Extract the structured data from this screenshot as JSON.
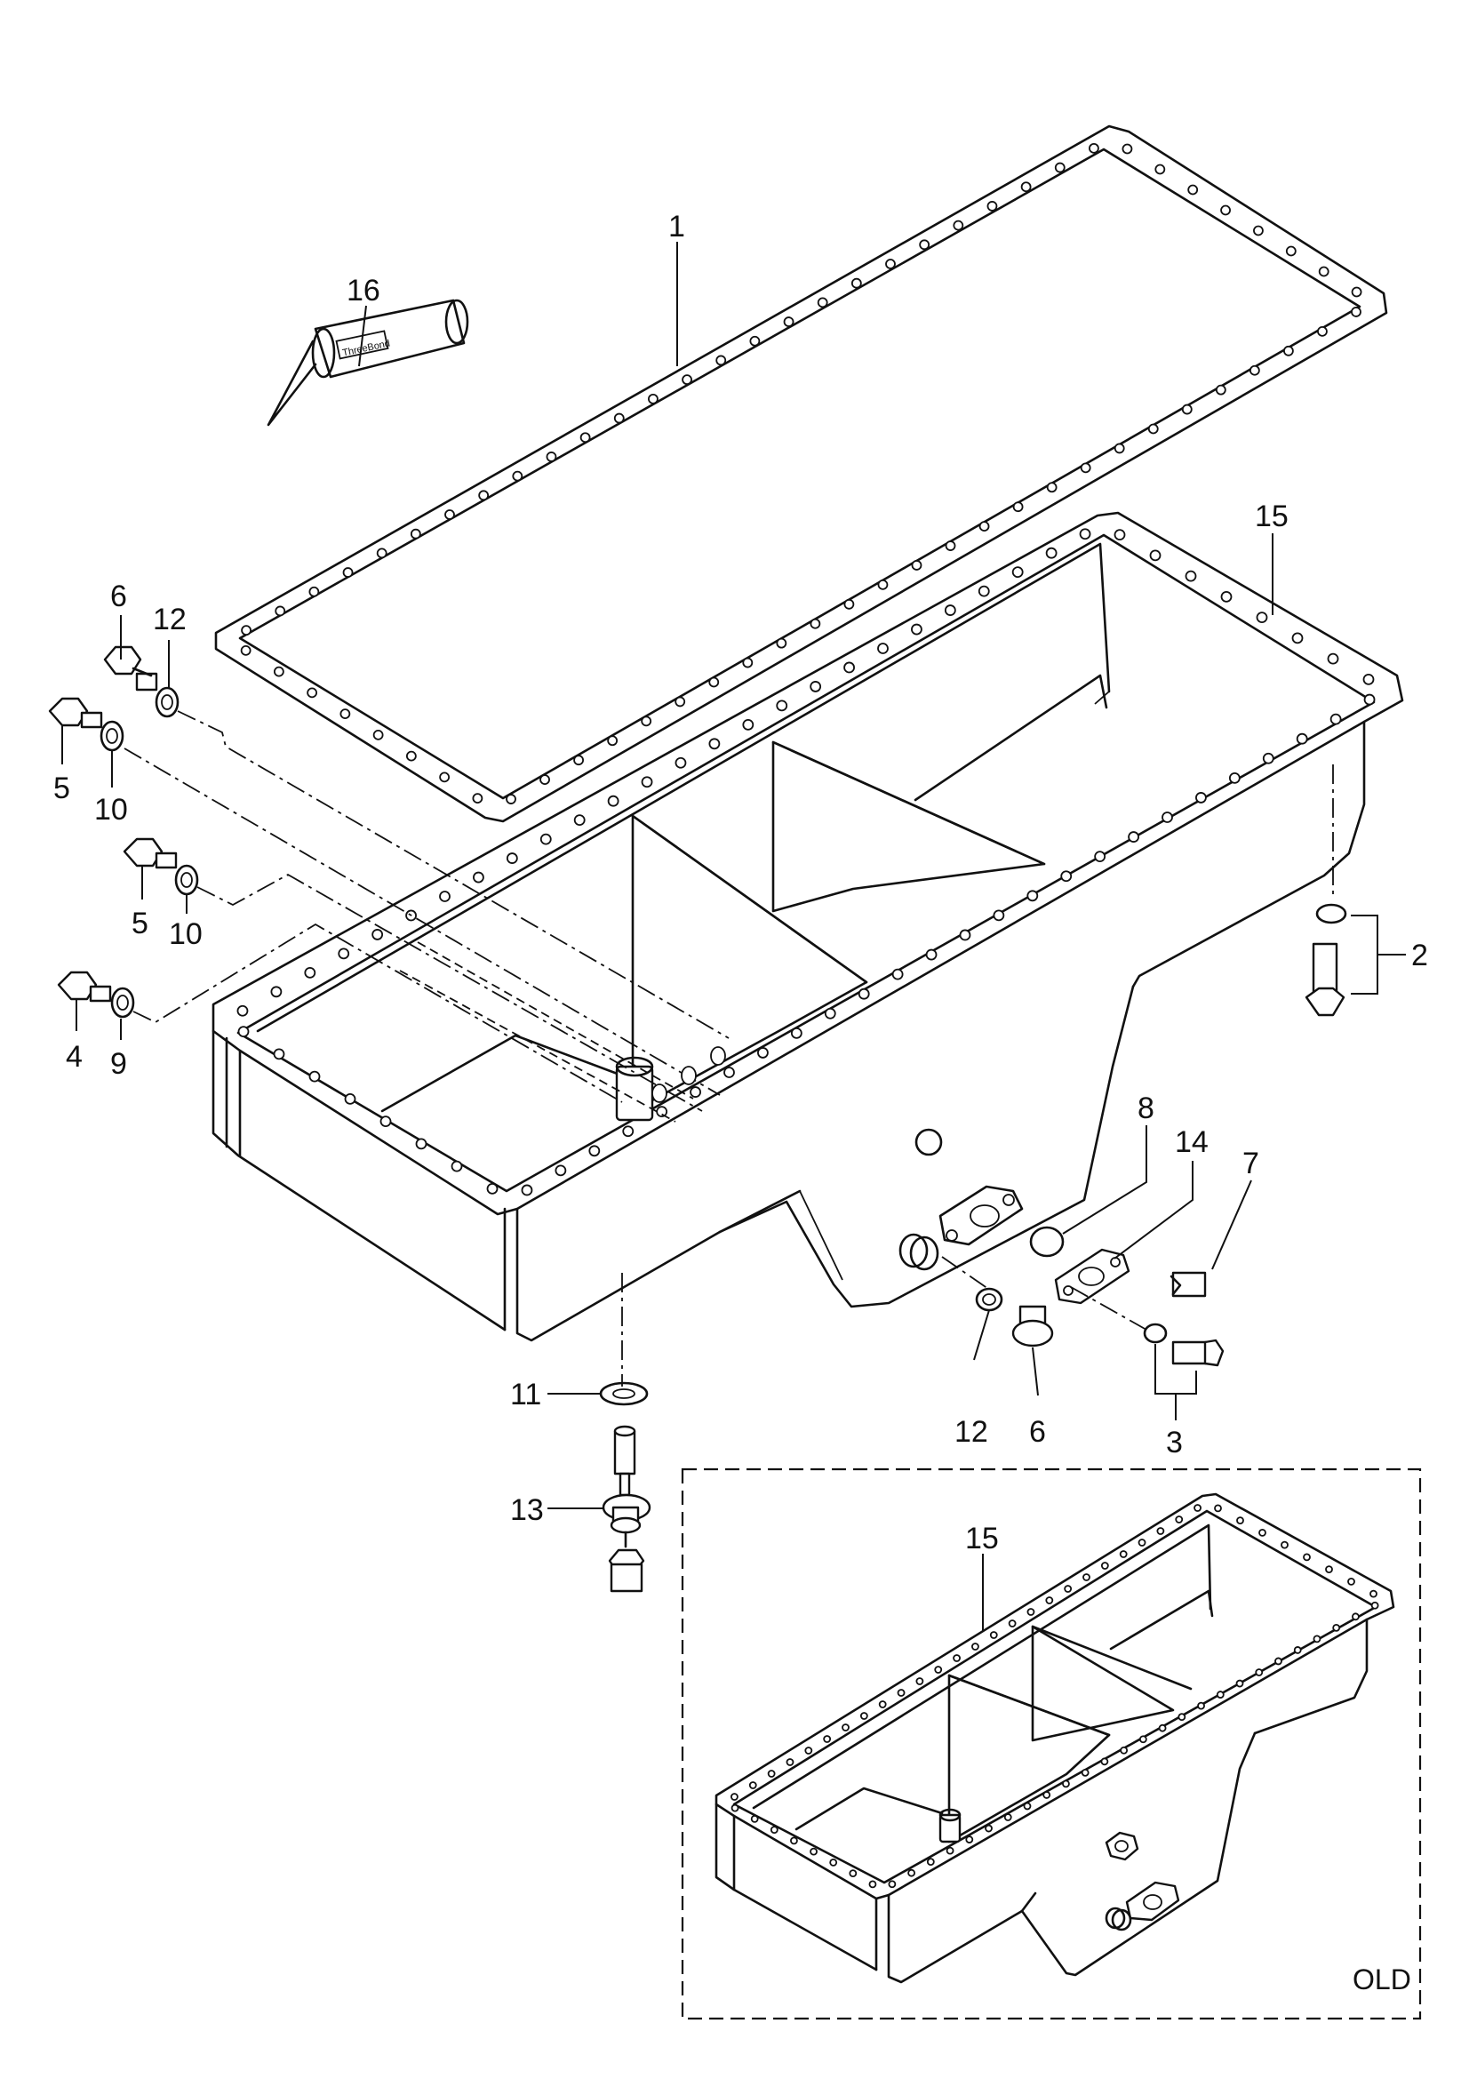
{
  "callouts": {
    "c1": "1",
    "c2": "2",
    "c3": "3",
    "c4": "4",
    "c5a": "5",
    "c5b": "5",
    "c6a": "6",
    "c6b": "6",
    "c7": "7",
    "c8": "8",
    "c9": "9",
    "c10a": "10",
    "c10b": "10",
    "c11": "11",
    "c12a": "12",
    "c12b": "12",
    "c13": "13",
    "c14": "14",
    "c15a": "15",
    "c15b": "15",
    "c16": "16"
  },
  "old_variant_label": "OLD",
  "sealant_tube_text": "ThreeBond"
}
